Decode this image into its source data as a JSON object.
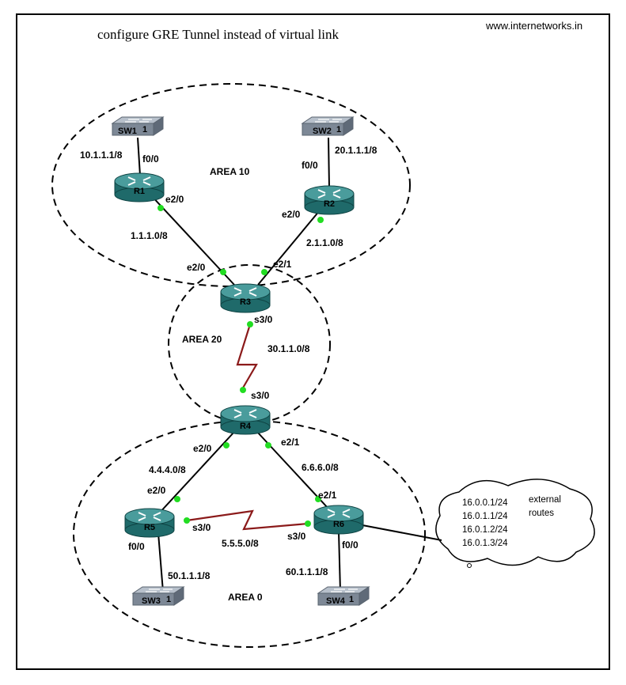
{
  "title": "configure GRE Tunnel instead of virtual link",
  "site": "www.internetworks.in",
  "areas": [
    {
      "label": "AREA 10"
    },
    {
      "label": "AREA 20"
    },
    {
      "label": "AREA 0"
    }
  ],
  "routers": [
    {
      "name": "R1"
    },
    {
      "name": "R2"
    },
    {
      "name": "R3"
    },
    {
      "name": "R4"
    },
    {
      "name": "R5"
    },
    {
      "name": "R6"
    }
  ],
  "switches": [
    {
      "name": "SW1",
      "suffix": "1"
    },
    {
      "name": "SW2",
      "suffix": "1"
    },
    {
      "name": "SW3",
      "suffix": "1"
    },
    {
      "name": "SW4",
      "suffix": "1"
    }
  ],
  "interfaces": {
    "r1_f00": "f0/0",
    "r1_e20": "e2/0",
    "r2_f00": "f0/0",
    "r2_e20": "e2/0",
    "r3_e20": "e2/0",
    "r3_e21": "e2/1",
    "r3_s30": "s3/0",
    "r4_s30": "s3/0",
    "r4_e20": "e2/0",
    "r4_e21": "e2/1",
    "r5_e20": "e2/0",
    "r5_s30": "s3/0",
    "r5_f00": "f0/0",
    "r6_e21": "e2/1",
    "r6_s30": "s3/0",
    "r6_f00": "f0/0"
  },
  "subnets": {
    "sw1_r1": "10.1.1.1/8",
    "sw2_r2": "20.1.1.1/8",
    "r1_r3": "1.1.1.0/8",
    "r2_r3": "2.1.1.0/8",
    "r3_r4": "30.1.1.0/8",
    "r4_r5": "4.4.4.0/8",
    "r4_r6": "6.6.6.0/8",
    "r5_r6": "5.5.5.0/8",
    "r5_sw3": "50.1.1.1/8",
    "r6_sw4": "60.1.1.1/8"
  },
  "external": {
    "label_line1": "external",
    "label_line2": "routes",
    "routes": [
      "16.0.0.1/24",
      "16.0.1.1/24",
      "16.0.1.2/24",
      "16.0.1.3/24"
    ]
  },
  "colors": {
    "router_top": "#3e8f8f",
    "router_side": "#1f6a6a",
    "switch_top": "#9aa6b4",
    "switch_side": "#6f7c8c",
    "interface_dot": "#22dd22",
    "serial_link": "#8b1a1a"
  }
}
